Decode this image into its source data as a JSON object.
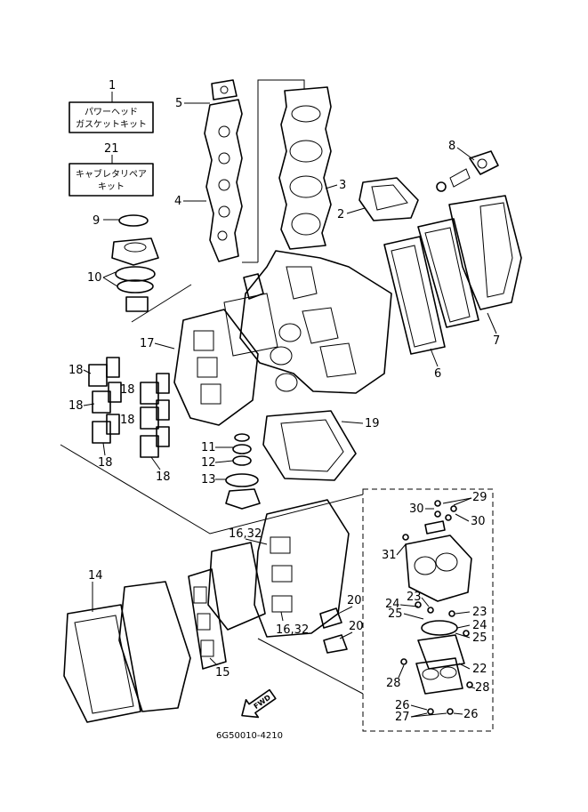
{
  "kits": {
    "k1_number": "1",
    "k1_line1": "パワーヘッド",
    "k1_line2": "ガスケットキット",
    "k21_number": "21",
    "k21_line1": "キャブレタリペア",
    "k21_line2": "キット"
  },
  "callouts": {
    "c2": "2",
    "c3": "3",
    "c4": "4",
    "c5": "5",
    "c6": "6",
    "c7": "7",
    "c8": "8",
    "c9": "9",
    "c10": "10",
    "c11": "11",
    "c12": "12",
    "c13": "13",
    "c14": "14",
    "c15": "15",
    "c16a": "16,32",
    "c16b": "16,32",
    "c17": "17",
    "c18a": "18",
    "c18b": "18",
    "c18c": "18",
    "c18d": "18",
    "c18e": "18",
    "c18f": "18",
    "c19": "19",
    "c20a": "20",
    "c20b": "20",
    "c22": "22",
    "c23a": "23",
    "c23b": "23",
    "c24a": "24",
    "c24b": "24",
    "c25a": "25",
    "c25b": "25",
    "c26a": "26",
    "c26b": "26",
    "c27": "27",
    "c28a": "28",
    "c28b": "28",
    "c29": "29",
    "c30a": "30",
    "c30b": "30",
    "c31": "31"
  },
  "fwd_label": "FWD",
  "figure_code": "6G50010-4210"
}
